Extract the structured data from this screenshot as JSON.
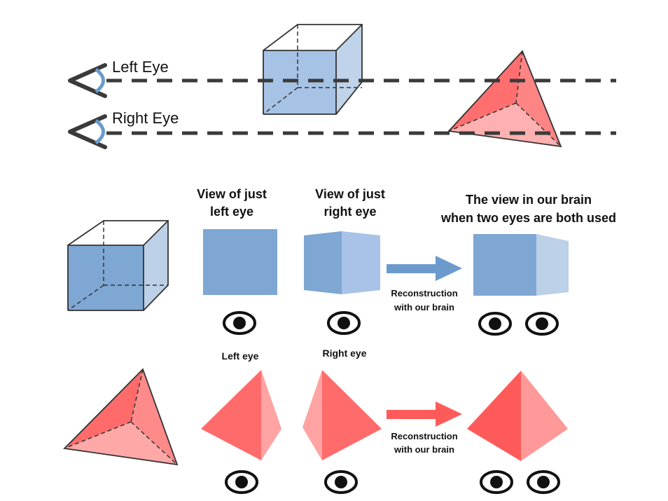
{
  "top": {
    "left_eye_label": "Left Eye",
    "right_eye_label": "Right Eye"
  },
  "headings": {
    "left_view_line1": "View of just",
    "left_view_line2": "left eye",
    "right_view_line1": "View of just",
    "right_view_line2": "right eye",
    "brain_line1": "The view in our brain",
    "brain_line2": "when two eyes are both used"
  },
  "eye_labels": {
    "left": "Left eye",
    "right": "Right eye"
  },
  "arrows": {
    "cube_line1": "Reconstruction",
    "cube_line2": "with our brain",
    "pyramid_line1": "Reconstruction",
    "pyramid_line2": "with our brain"
  },
  "colors": {
    "blue_front": "#7ea7d3",
    "blue_side": "#b9cfe6",
    "blue_arrow": "#6b9bcd",
    "red_front": "#ff6b6b",
    "red_side": "#ffa3a3",
    "red_arrow": "#ff5a5a",
    "dark": "#3a3a3a"
  }
}
